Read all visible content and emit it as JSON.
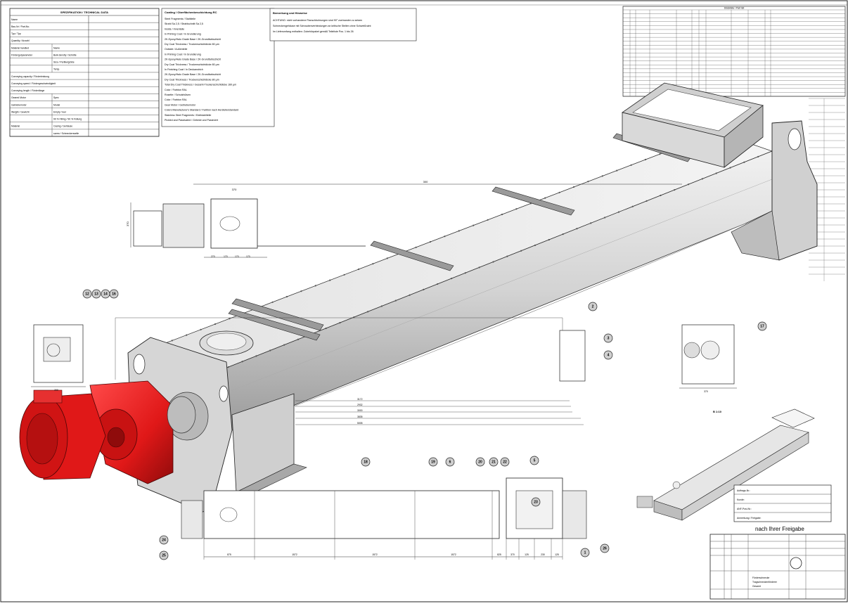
{
  "spec_table": {
    "header": "SPEZIFIKATION / TECHNICAL DATA",
    "rows": [
      {
        "label": "Name",
        "sub": "",
        "value": ""
      },
      {
        "label": "Bau-Nr / Part-No.",
        "sub": "",
        "value": ""
      },
      {
        "label": "Typ / Typ",
        "sub": "",
        "value": ""
      },
      {
        "label": "Quantity / Anzahl",
        "sub": "",
        "value": ""
      },
      {
        "label": "Material handled",
        "sub": "Name",
        "value": ""
      },
      {
        "label": "Fördergutparameter",
        "sub": "Bulk density / Schütte",
        "value": ""
      },
      {
        "label": "",
        "sub": "Size / Partikelgröße",
        "value": ""
      },
      {
        "label": "",
        "sub": "Temp.",
        "value": ""
      },
      {
        "label": "Conveying capacity / Förderleistung",
        "sub": "",
        "value": ""
      },
      {
        "label": "Conveying speed / Fördergeschwindigkeit",
        "sub": "",
        "value": ""
      },
      {
        "label": "Conveying length / Förderlänge",
        "sub": "",
        "value": ""
      },
      {
        "label": "Geared Motor",
        "sub": "Spec",
        "value": ""
      },
      {
        "label": "Getriebemotor",
        "sub": "Model",
        "value": ""
      },
      {
        "label": "Weight / Gewicht",
        "sub": "Empty / leer",
        "value": ""
      },
      {
        "label": "",
        "sub": "90 % Filling / 90 % Füllung",
        "value": ""
      },
      {
        "label": "Material",
        "sub": "Casing / Gehäuse",
        "value": ""
      },
      {
        "label": "",
        "sub": "screw / Schneckenwelle",
        "value": ""
      }
    ]
  },
  "coating_note": {
    "title": "Coating / Oberflächenbeschichtung RC",
    "lines": [
      "Steel Fragments / Stahlteile",
      "  Strahl Sa 2,5 / Strahlschnitt Sa 2,5",
      "Inside / Innenteile",
      "  In Priming Coat / In Grundierung",
      "  2K-Epoxy/Halo Grade Base / 2K-Grundfarbschicht",
      "  Dry Coat Thickness / Trockenschichtdicke 80 µm",
      "Outside / Außenteile",
      "  In Priming Coat / In Grundierung",
      "  2K-Epoxy/Halo Grade Base / 2K-Grundfarbschicht",
      "  Dry Coat Thickness / Trockenschichtdicke 80 µm",
      "  In Finishing Coat / In Deckanstrich",
      "  2K-Epoxy/Halo Grade Base / 2K-Grundfarbschicht",
      "  Dry Coat Thickness / Trockenschichtdicke 80 µm",
      "  Total Dry Coat Thickness / Gesamt-Trockenschichtdicke 160 µm",
      "  Color / Farbton   RAL",
      "Rosette / Schutzhülsen",
      "  Color / Farbton   RAL",
      "Gear Motor / Getriebemotor",
      "  Colors Manufacturer's Standard / Farbton nach Herstellerstandard",
      "Stainless Steel Fragments / Edelstahlteile",
      "  Pickled and Passivated / Gebeizt und Passiviert"
    ]
  },
  "notes_box": {
    "title": "Bemerkung und Hinweise",
    "lines": [
      "ACHTUNG: nicht vorhandene Flanschbohrungen sind 90° zueinander zu setzen",
      "Schneckengehäuse mit Schraubenverbindungen an kritische Stellen ohne Schweißnaht",
      "Im Lieferumfang enthalten: Zubehörpaket gemäß Teileliste Pos. 1 bis 26"
    ]
  },
  "parts_list": {
    "header": "Stückliste / Part list",
    "row_count": 22
  },
  "callouts": [
    "12",
    "13",
    "14",
    "16",
    "17",
    "18",
    "19",
    "20",
    "21",
    "22",
    "23",
    "24",
    "25",
    "26",
    "1",
    "2",
    "3",
    "4",
    "5",
    "6"
  ],
  "section_label": "B 1:10",
  "dimensions": {
    "overall_length": "300",
    "height_side": "370",
    "flange_a": "370",
    "view_a1": "270",
    "view_a2": "170",
    "view_a3": "170",
    "view_a4": "170",
    "right_lengths": [
      "3172",
      "2932",
      "3000",
      "3835",
      "5005"
    ],
    "bottom_spans": [
      "875",
      "1572",
      "1572",
      "1572",
      "825",
      "370",
      "125",
      "230",
      "125"
    ],
    "small_left": "200",
    "small_right": "370"
  },
  "approval_box": {
    "lines": [
      "Auftrags-Nr.:",
      "Kunde:",
      "ANF-Posi-Nr.:",
      "Anmerkung / Freigabe:"
    ]
  },
  "release_note": "nach Ihrer Freigabe",
  "title_block": {
    "title_lines": [
      "Förderschnecke",
      "Tragschneckenförderer",
      "Gesamt"
    ],
    "company": "LOGO"
  },
  "colors": {
    "line": "#1a1a1a",
    "steel_light": "#e9e9e9",
    "steel_mid": "#c9c9c9",
    "steel_dark": "#9a9a9a",
    "motor_red": "#e01818",
    "motor_red_dark": "#a50e0e",
    "callout_fill": "#cfcfcf"
  },
  "icons": {
    "gear_motor": "red-geared-motor-icon",
    "company_logo": "round-company-logo-icon"
  }
}
